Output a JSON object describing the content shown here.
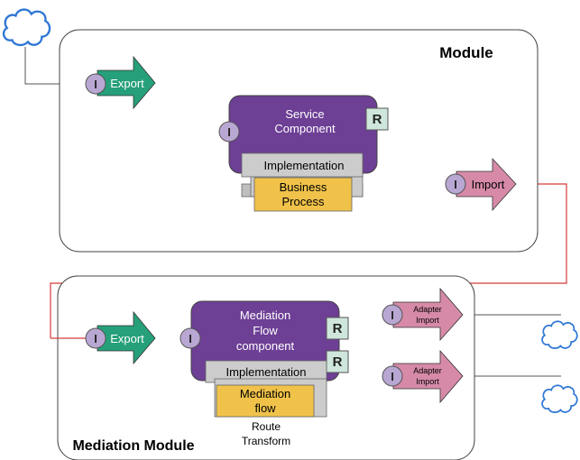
{
  "module": {
    "title": "Module",
    "export_label": "Export",
    "service_component": {
      "line1": "Service",
      "line2": "Component"
    },
    "implementation_label": "Implementation",
    "business_process": {
      "line1": "Business",
      "line2": "Process"
    },
    "import_label": "Import"
  },
  "mediation_module": {
    "title": "Mediation Module",
    "export_label": "Export",
    "mediation_flow_component": {
      "line1": "Mediation",
      "line2": "Flow",
      "line3": "component"
    },
    "implementation_label": "Implementation",
    "mediation_flow": {
      "line1": "Mediation",
      "line2": "flow"
    },
    "route_label": "Route",
    "transform_label": "Transform",
    "adapter_import_1": {
      "line1": "Adapter",
      "line2": "Import"
    },
    "adapter_import_2": {
      "line1": "Adapter",
      "line2": "Import"
    }
  },
  "symbols": {
    "interface": "I",
    "reference": "R"
  },
  "colors": {
    "export_green": "#26a07a",
    "component_purple": "#6d3f95",
    "implementation_gray": "#cccccc",
    "process_yellow": "#f0c24a",
    "import_pink": "#d68aa8",
    "interface_lavender": "#b9a7d3",
    "reference_mint": "#cfe6dc",
    "cloud_blue": "#2f77d4",
    "wire_red": "#d63a3a"
  }
}
